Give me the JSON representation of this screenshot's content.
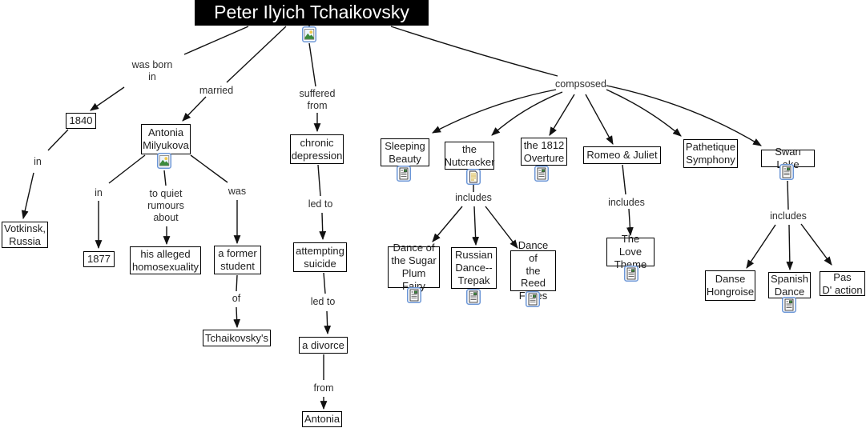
{
  "map": {
    "title": "Peter Ilyich Tchaikovsky"
  },
  "concepts": {
    "year_born": "1840",
    "birthplace": "Votkinsk,\nRussia",
    "wife": "Antonia\nMilyukova",
    "year_married": "1877",
    "homosexuality": "his alleged\nhomosexuality",
    "former_student": "a former\nstudent",
    "tchaikovskys": "Tchaikovsky's",
    "depression": "chronic\ndepression",
    "suicide": "attempting\nsuicide",
    "divorce": "a divorce",
    "antonia": "Antonia",
    "sleeping_beauty": "Sleeping\nBeauty",
    "nutcracker": "the\nNutcracker",
    "overture_1812": "the 1812\nOverture",
    "romeo_juliet": "Romeo & Juliet",
    "pathetique": "Pathetique\nSymphony",
    "swan_lake": "Swan Lake",
    "sugar_plum": "Dance of\nthe Sugar\nPlum Fairy",
    "trepak": "Russian\nDance--\nTrepak",
    "reed_flutes": "Dance of\nthe Reed\nFlutes",
    "love_theme": "The Love\nTheme",
    "danse_hongroise": "Danse\nHongroise",
    "spanish_dance": "Spanish\nDance",
    "pas_daction": "Pas\nD' action"
  },
  "links": {
    "was_born_in": "was born\nin",
    "in_birthplace": "in",
    "married": "married",
    "in_year": "in",
    "to_quiet": "to quiet\nrumours\nabout",
    "was": "was",
    "of": "of",
    "suffered_from": "suffered\nfrom",
    "led_to_1": "led to",
    "led_to_2": "led to",
    "from": "from",
    "composed": "compsosed",
    "includes_nutcracker": "includes",
    "includes_romeo": "includes",
    "includes_swan": "includes"
  },
  "icons": {
    "image_resource": "picture-resource",
    "document_image_resource": "document-with-picture-resource",
    "document_text_resource": "text-document-resource"
  },
  "colors": {
    "node_border": "#000000",
    "title_bg": "#000000",
    "title_text": "#ffffff",
    "line": "#111111",
    "icon_frame_blue": "#6b96d6"
  }
}
